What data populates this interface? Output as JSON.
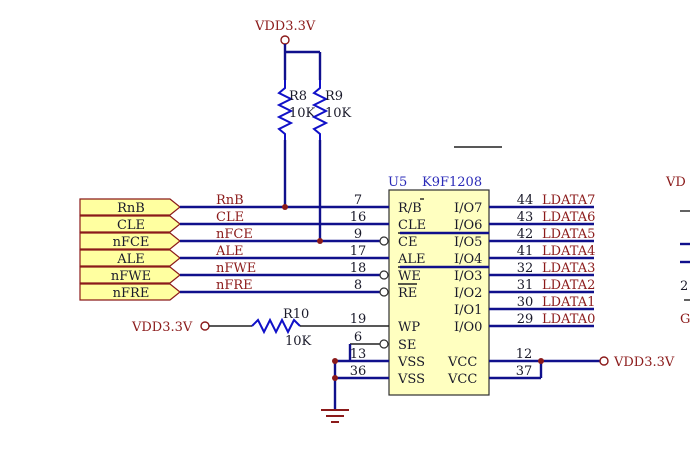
{
  "power_labels": {
    "top": "VDD3.3V",
    "left": "VDD3.3V",
    "right": "VDD3.3V",
    "edge_top": "VD",
    "edge_bottom": "G",
    "edge_mid": "2"
  },
  "resistors": {
    "r8": {
      "ref": "R8",
      "value": "10K"
    },
    "r9": {
      "ref": "R9",
      "value": "10K"
    },
    "r10": {
      "ref": "R10",
      "value": "10K"
    }
  },
  "ic": {
    "ref": "U5",
    "part": "K9F1208"
  },
  "left_ports": [
    "RnB",
    "CLE",
    "nFCE",
    "ALE",
    "nFWE",
    "nFRE"
  ],
  "net_labels_left": [
    "RnB",
    "CLE",
    "nFCE",
    "ALE",
    "nFWE",
    "nFRE"
  ],
  "left_pins": [
    {
      "num": "7",
      "name": "R/B"
    },
    {
      "num": "16",
      "name": "CLE"
    },
    {
      "num": "9",
      "name": "CE"
    },
    {
      "num": "17",
      "name": "ALE"
    },
    {
      "num": "18",
      "name": "WE"
    },
    {
      "num": "8",
      "name": "RE"
    },
    {
      "num": "19",
      "name": "WP"
    },
    {
      "num": "6",
      "name": "SE"
    },
    {
      "num": "13",
      "name": "VSS"
    },
    {
      "num": "36",
      "name": "VSS"
    }
  ],
  "right_pins": [
    {
      "num": "44",
      "name": "I/O7",
      "net": "LDATA7"
    },
    {
      "num": "43",
      "name": "I/O6",
      "net": "LDATA6"
    },
    {
      "num": "42",
      "name": "I/O5",
      "net": "LDATA5"
    },
    {
      "num": "41",
      "name": "I/O4",
      "net": "LDATA4"
    },
    {
      "num": "32",
      "name": "I/O3",
      "net": "LDATA3"
    },
    {
      "num": "31",
      "name": "I/O2",
      "net": "LDATA2"
    },
    {
      "num": "30",
      "name": "I/O1",
      "net": "LDATA1"
    },
    {
      "num": "29",
      "name": "I/O0",
      "net": "LDATA0"
    }
  ],
  "vcc_pins": [
    {
      "num": "12",
      "name": "VCC"
    },
    {
      "num": "37",
      "name": "VCC"
    }
  ]
}
